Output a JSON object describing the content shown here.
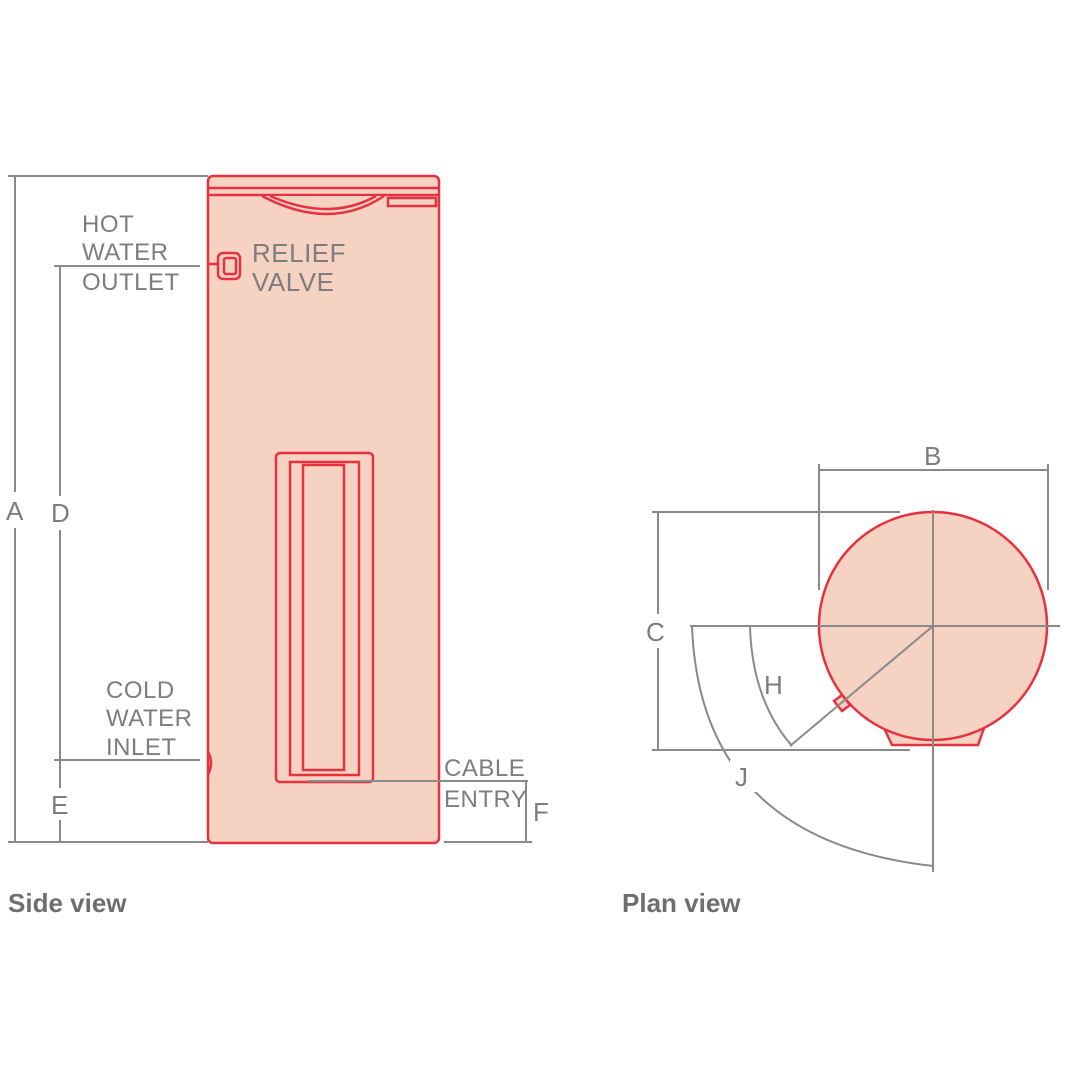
{
  "side_view": {
    "caption": "Side view",
    "labels": {
      "hot_water_outlet": [
        "HOT",
        "WATER",
        "OUTLET"
      ],
      "relief_valve": [
        "RELIEF",
        "VALVE"
      ],
      "cold_water_inlet": [
        "COLD",
        "WATER",
        "INLET"
      ],
      "cable_entry": [
        "CABLE",
        "ENTRY"
      ]
    },
    "dimensions": {
      "a": "A",
      "d": "D",
      "e": "E",
      "f": "F"
    }
  },
  "plan_view": {
    "caption": "Plan view",
    "dimensions": {
      "b": "B",
      "c": "C",
      "h": "H",
      "j": "J"
    }
  },
  "colors": {
    "outline": "#e8313f",
    "body_fill": "#f6d2c3",
    "dimension_lines": "#8a8a8a",
    "text": "#7d7d7d"
  }
}
